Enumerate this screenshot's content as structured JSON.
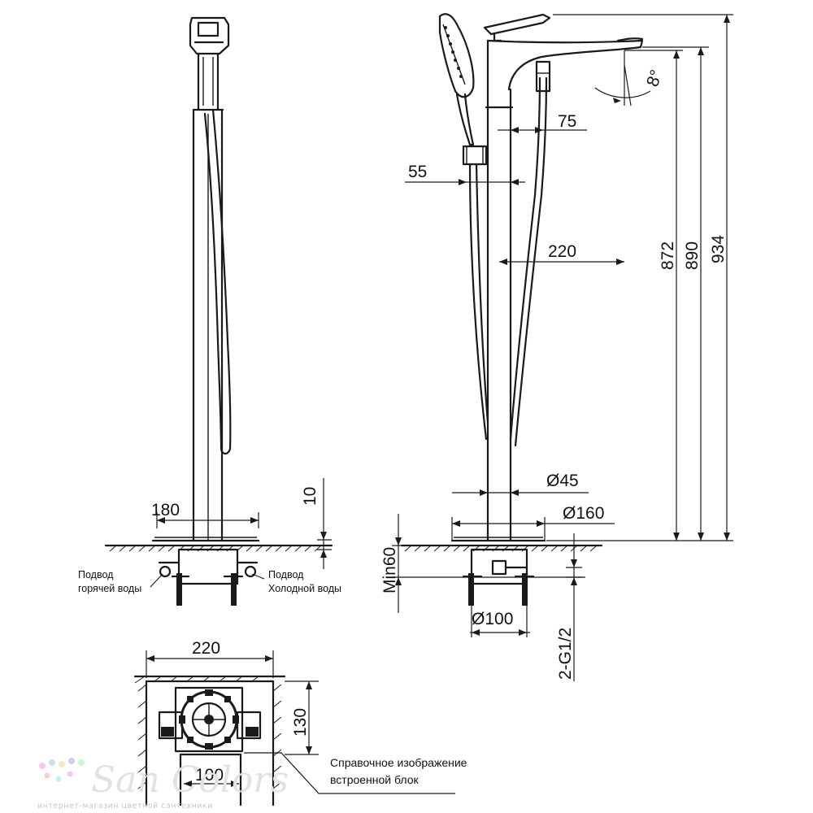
{
  "dimensions": {
    "front_base_width": "180",
    "front_base_thickness": "10",
    "side_spout_offset": "75",
    "side_handle_offset": "55",
    "side_reach": "220",
    "height_872": "872",
    "height_890": "890",
    "height_934": "934",
    "spout_angle": "8°",
    "pipe_diameter": "Ø45",
    "base_diameter": "Ø160",
    "min_depth": "Min60",
    "box_diameter": "Ø100",
    "thread": "2-G1/2",
    "plan_width": "220",
    "plan_height": "130",
    "plan_inner": "100"
  },
  "labels": {
    "hot_supply": [
      "Подвод",
      "горячей воды"
    ],
    "cold_supply": [
      "Подвод",
      "Холодной воды"
    ],
    "reference_note": [
      "Справочное изображение",
      "встроенной блок"
    ]
  },
  "watermark": {
    "brand": "San Colors",
    "tagline": "интернет-магазин цветной сантехники"
  }
}
